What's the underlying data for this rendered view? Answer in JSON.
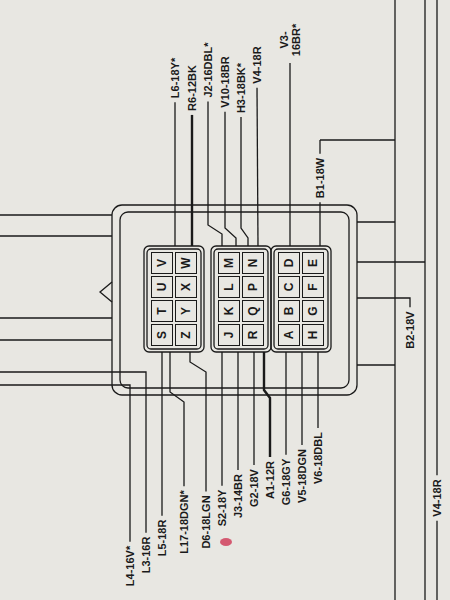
{
  "diagram": {
    "nodes": [
      {
        "text": [
          "V"
        ]
      },
      {
        "text": [
          "U"
        ]
      },
      {
        "text": [
          "T"
        ]
      },
      {
        "text": [
          "S"
        ]
      },
      {
        "text": [
          "W"
        ]
      },
      {
        "text": [
          "X"
        ]
      },
      {
        "text": [
          "Y"
        ]
      },
      {
        "text": [
          "Z"
        ]
      },
      {
        "text": [
          "M"
        ]
      },
      {
        "text": [
          "L"
        ]
      },
      {
        "text": [
          "K"
        ]
      },
      {
        "text": [
          "J"
        ]
      },
      {
        "text": [
          "N"
        ]
      },
      {
        "text": [
          "P"
        ]
      },
      {
        "text": [
          "Q"
        ]
      },
      {
        "text": [
          "R"
        ]
      },
      {
        "text": [
          "D"
        ]
      },
      {
        "text": [
          "C"
        ]
      },
      {
        "text": [
          "B"
        ]
      },
      {
        "text": [
          "A"
        ]
      },
      {
        "text": [
          "E"
        ]
      },
      {
        "text": [
          "F"
        ]
      },
      {
        "text": [
          "G"
        ]
      },
      {
        "text": [
          "H"
        ]
      }
    ],
    "labels": [
      "L6-18Y*",
      "R6-12BK",
      "J2-16DBL*",
      "V10-18BR",
      "H3-18BK*",
      "V4-18R",
      "V3- 16BR*",
      "B1-18W",
      "V4-18R",
      "B2-18V",
      "V6-18DBL",
      "V5-18DGN",
      "G6-18GY",
      "A1-12R",
      "G2-18V",
      "J3-14BR",
      "S2-18Y",
      "D6-18LGN",
      "L17-18DGN*",
      "L5-18R",
      "L3-16R",
      "L4-16V*"
    ]
  }
}
